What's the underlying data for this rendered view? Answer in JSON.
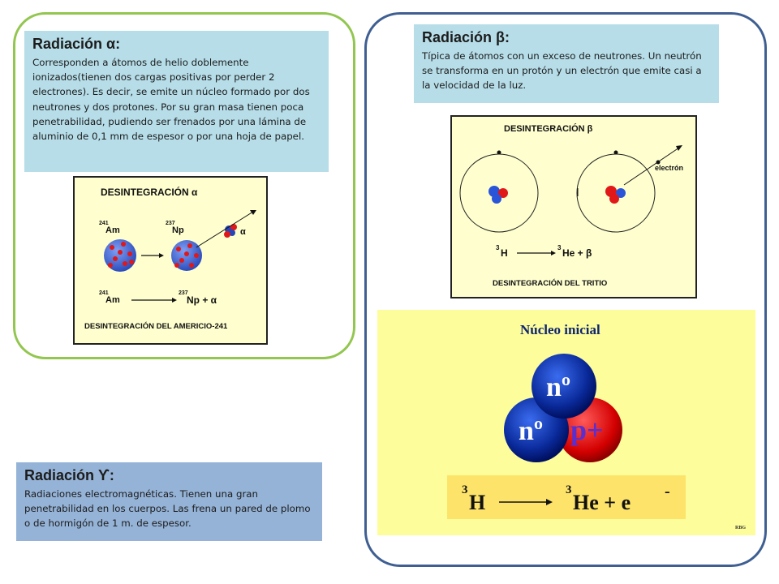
{
  "alpha": {
    "title": "Radiación α:",
    "text": "Corresponden a átomos de helio doblemente ionizados(tienen dos cargas positivas por perder 2 electrones). Es decir, se emite un núcleo formado por dos neutrones y dos protones. Por su gran masa tienen poca penetrabilidad, pudiendo ser frenados por una lámina de aluminio de 0,1 mm de espesor o por una hoja de papel.",
    "figure": {
      "heading": "DESINTEGRACIÓN  α",
      "am_mass": "241",
      "am_symbol": "Am",
      "np_mass": "237",
      "np_symbol": "Np",
      "particle": "α",
      "eq_am_mass": "241",
      "eq_am": "Am",
      "eq_np_mass": "237",
      "eq_np": "Np  +  α",
      "caption": "DESINTEGRACIÓN  DEL  AMERICIO-241"
    }
  },
  "beta": {
    "title": "Radiación β:",
    "text": "Típica de átomos con un exceso de neutrones. Un neutrón se transforma en un protón y un electrón que emite casi a la velocidad de la luz.",
    "figure": {
      "heading": "DESINTEGRACIÓN  β",
      "electron_label": "electrón",
      "h_mass": "3",
      "h_symbol": "H",
      "he_mass": "3",
      "he_symbol": "He  +  β",
      "caption": "DESINTEGRACIÓN  DEL  TRITIO"
    }
  },
  "tritium": {
    "heading": "Núcleo inicial",
    "neutron_label": "nº",
    "proton_label": "p+",
    "eq_h_mass": "3",
    "eq_h": "H",
    "eq_he_mass": "3",
    "eq_he": "He + e",
    "eq_minus": "-",
    "credit": "RBG"
  },
  "gamma": {
    "title": "Radiación ϒ:",
    "text": "Radiaciones electromagnéticas. Tienen una gran penetrabilidad en los cuerpos.  Las frena un pared de plomo o de hormigón de 1 m. de espesor."
  },
  "colors": {
    "alpha_frame": "#92c64f",
    "beta_frame": "#3f5f92",
    "light_blue_box": "#b6dde8",
    "gamma_box": "#95b3d7",
    "figure_bg": "#fefecf",
    "tritium_bg": "#fdfd9c",
    "neutron": "#1f3fa8",
    "proton": "#e01818"
  }
}
